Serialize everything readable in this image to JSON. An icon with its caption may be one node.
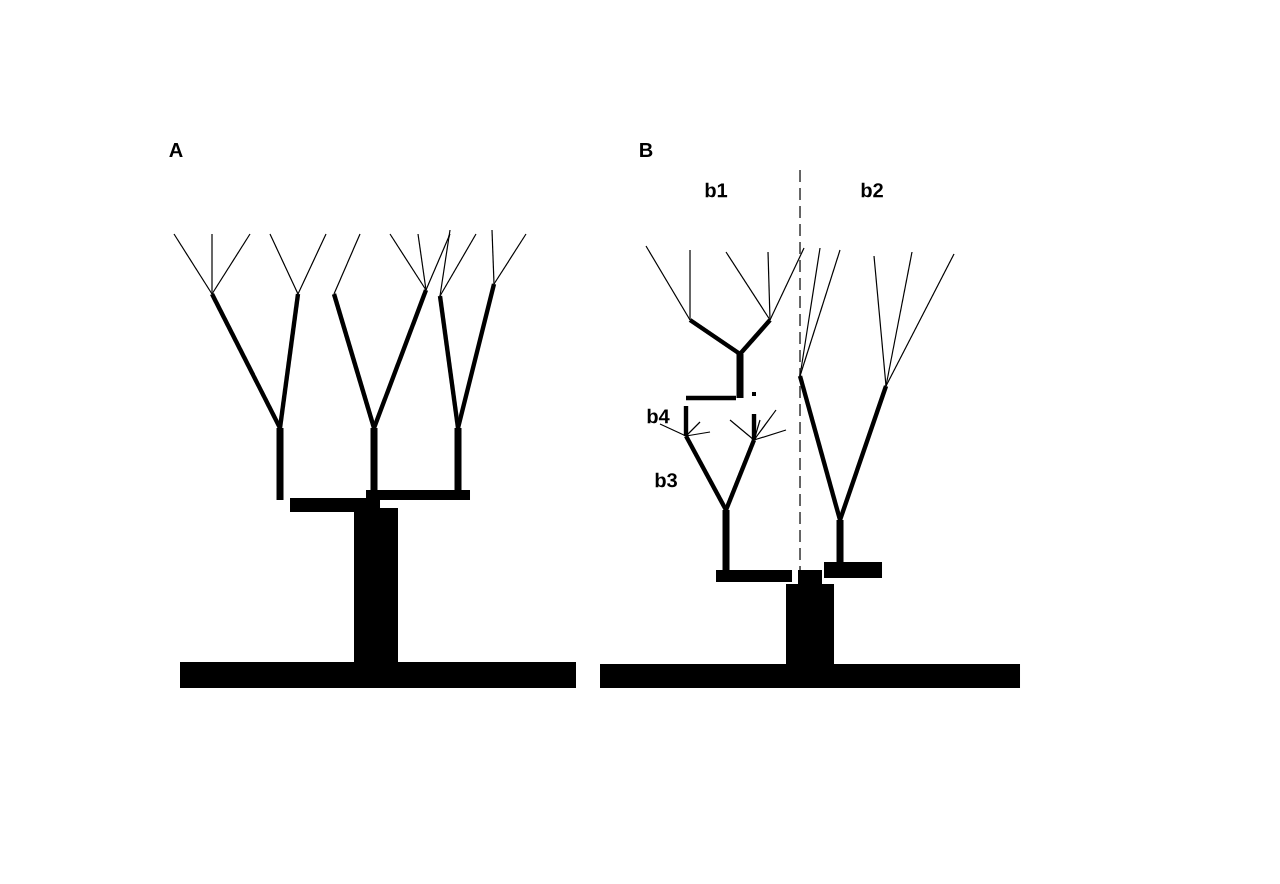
{
  "diagram": {
    "labels": [
      "A",
      "B",
      "b1",
      "b2",
      "b4",
      "b3"
    ]
  }
}
